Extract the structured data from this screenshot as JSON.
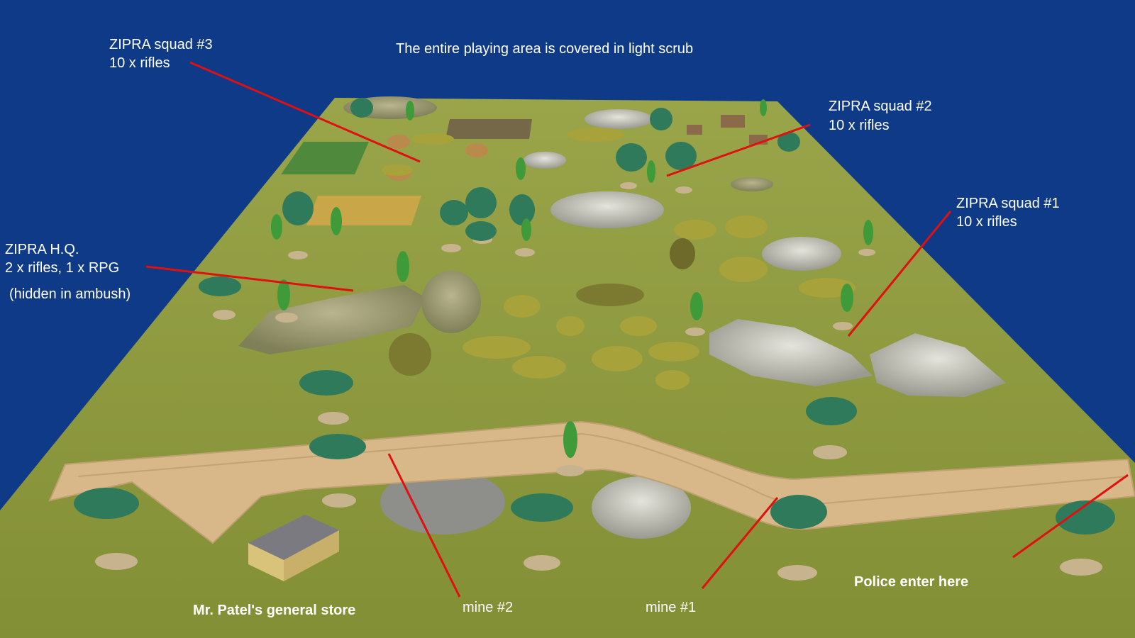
{
  "colors": {
    "background": "#0e3a87",
    "table": "#8e9a3c",
    "road": "#d8b888",
    "pointer": "#e01010",
    "text": "#ffffff"
  },
  "note": "The entire playing area is covered in light scrub",
  "squad3": {
    "name": "ZIPRA squad #3",
    "detail": "10 x rifles"
  },
  "squad2": {
    "name": "ZIPRA squad #2",
    "detail": "10 x rifles"
  },
  "squad1": {
    "name": "ZIPRA squad #1",
    "detail": "10 x rifles"
  },
  "hq": {
    "name": "ZIPRA H.Q.",
    "detail": "2 x rifles, 1 x RPG",
    "status": "(hidden in ambush)"
  },
  "store": "Mr. Patel's general store",
  "mine2": "mine #2",
  "mine1": "mine #1",
  "police": "Police enter here"
}
